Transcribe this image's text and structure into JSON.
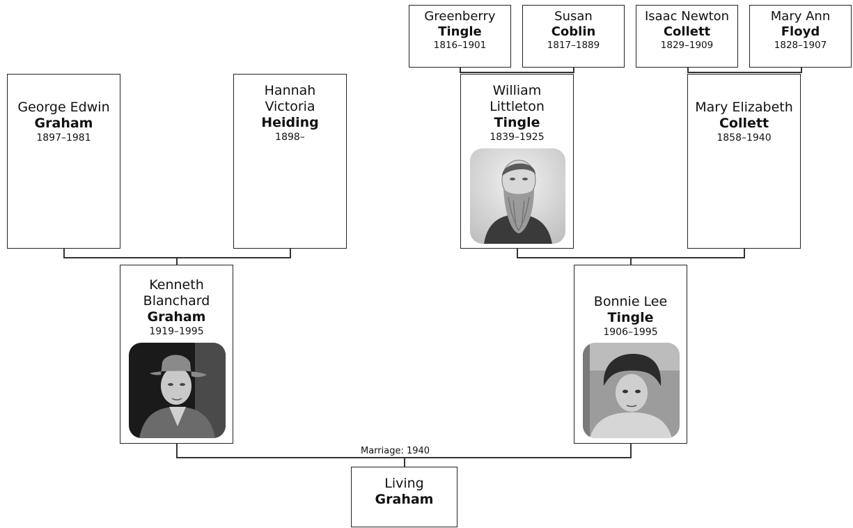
{
  "people": {
    "greenberry": {
      "given": "Greenberry",
      "surname": "Tingle",
      "dates": "1816–1901"
    },
    "susan": {
      "given": "Susan",
      "surname": "Coblin",
      "dates": "1817–1889"
    },
    "isaac": {
      "given": "Isaac Newton",
      "surname": "Collett",
      "dates": "1829–1909"
    },
    "maryann": {
      "given": "Mary Ann",
      "surname": "Floyd",
      "dates": "1828–1907"
    },
    "george": {
      "given_line1": "George Edwin",
      "surname": "Graham",
      "dates": "1897–1981"
    },
    "hannah": {
      "given_line1": "Hannah",
      "given_line2": "Victoria",
      "surname": "Heiding",
      "dates": "1898–"
    },
    "william": {
      "given_line1": "William",
      "given_line2": "Littleton",
      "surname": "Tingle",
      "dates": "1839–1925"
    },
    "maryelizabeth": {
      "given_line1": "Mary Elizabeth",
      "surname": "Collett",
      "dates": "1858–1940"
    },
    "kenneth": {
      "given_line1": "Kenneth",
      "given_line2": "Blanchard",
      "surname": "Graham",
      "dates": "1919–1995"
    },
    "bonnie": {
      "given_line1": "Bonnie Lee",
      "surname": "Tingle",
      "dates": "1906–1995"
    },
    "living": {
      "given_line1": "Living",
      "surname": "Graham"
    }
  },
  "marriage_label": "Marriage: 1940"
}
